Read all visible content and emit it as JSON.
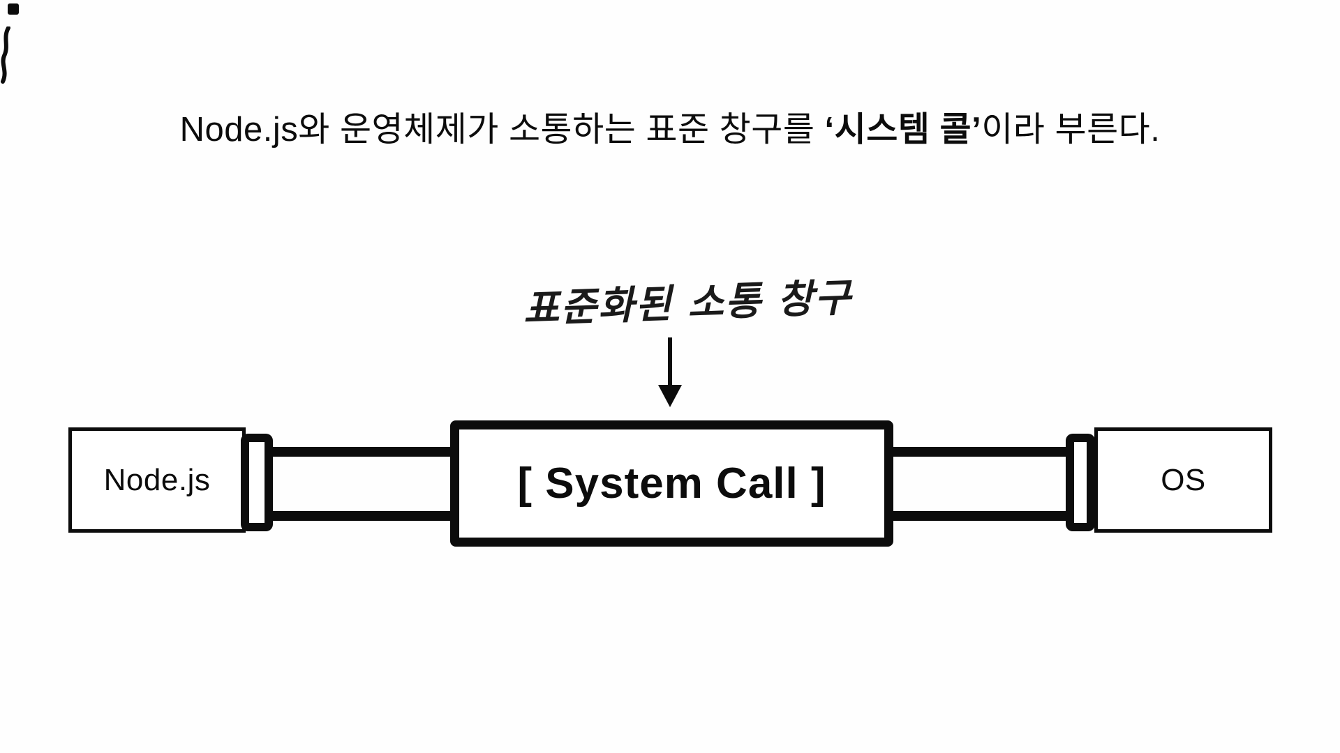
{
  "slide": {
    "background": "#fefefe",
    "ink": "#0c0c0c"
  },
  "title": {
    "prefix": "Node.js와 운영체제가 소통하는 표준 창구를 ",
    "highlight": "‘시스템 콜’",
    "suffix": "이라 부른다."
  },
  "annotation": {
    "label": "표준화된 소통 창구"
  },
  "diagram": {
    "left_box": {
      "label": "Node.js"
    },
    "center_box": {
      "label": "[ System Call ]"
    },
    "right_box": {
      "label": "OS"
    }
  }
}
